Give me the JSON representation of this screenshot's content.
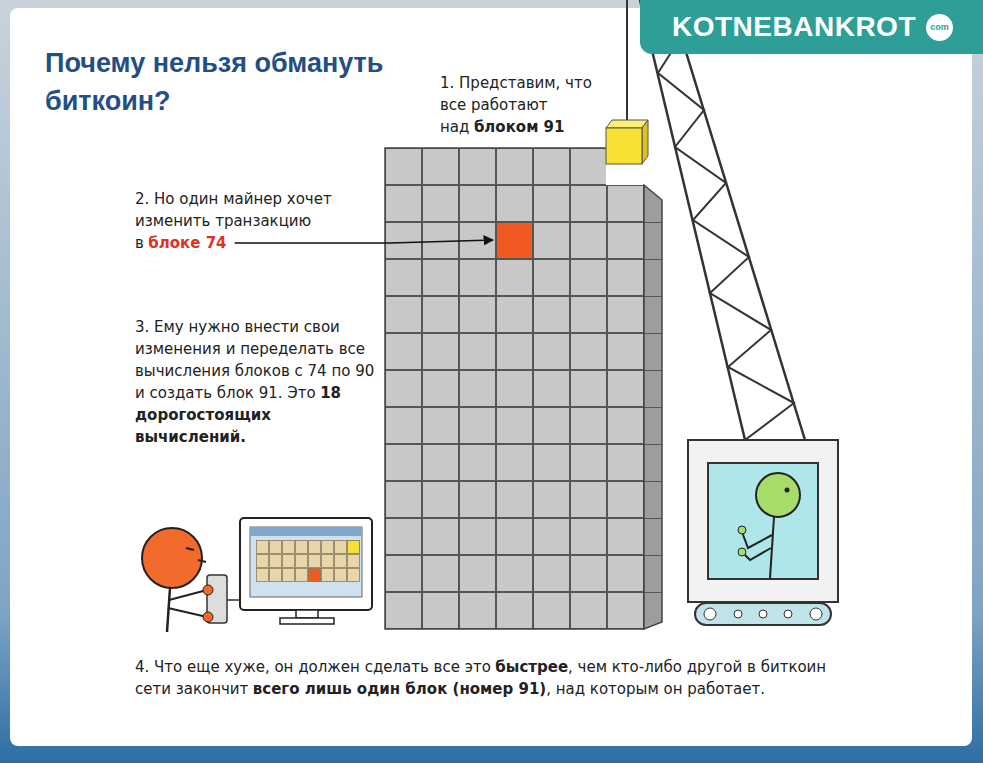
{
  "diagram": {
    "title": "Почему нельзя обмануть биткоин?",
    "nodes": [
      {
        "text": [
          "KOTNEBANKROT"
        ]
      },
      {
        "text": [
          "com"
        ],
        "in": 0
      }
    ],
    "labels": [
      "1. Представим, что все работают над",
      "блоком 91",
      "2. Но один майнер хочет изменить транзакцию в",
      "блоке 74",
      "3. Ему нужно внести свои изменения и переделать все вычисления блоков с 74 по 90 и создать блок 91. Это",
      "18 дорогостоящих вычислений.",
      "4. Что еще хуже, он должен сделать все это",
      "быстрее",
      ", чем кто-либо другой в биткоин сети закончит",
      "всего лишь один блок (номер 91)",
      ", над которым он работает."
    ]
  }
}
